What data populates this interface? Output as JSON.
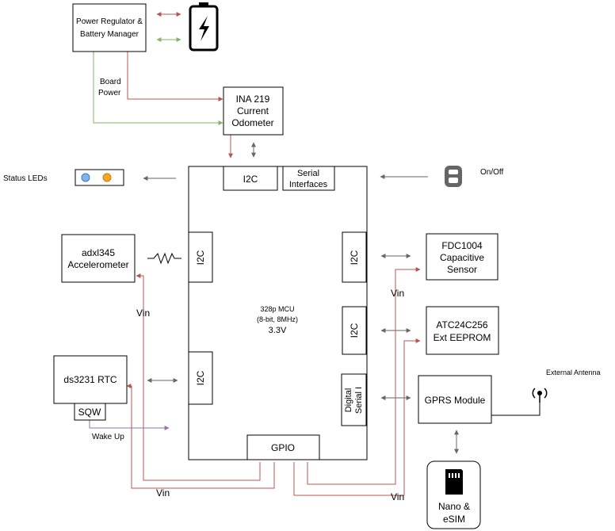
{
  "colors": {
    "power_red": "#b85450",
    "power_green": "#82b366",
    "wakeup_purple": "#9673a6",
    "data_gray": "#666666",
    "outline": "#000000"
  },
  "power_regulator": {
    "line1": "Power Regulator &",
    "line2": "Battery Manager"
  },
  "battery": {
    "icon": "battery-charging-icon"
  },
  "board_power": {
    "line1": "Board",
    "line2": "Power"
  },
  "ina219": {
    "line1": "INA 219",
    "line2": "Current",
    "line3": "Odometer"
  },
  "status_leds": {
    "label": "Status LEDs",
    "icons": [
      "blue-led-icon",
      "orange-led-icon"
    ]
  },
  "switch": {
    "label": "On/Off",
    "icon": "toggle-switch-icon"
  },
  "mcu": {
    "line1": "328p MCU",
    "line2": "(8-bit, 8MHz)",
    "line3": "3.3V",
    "i2c_top": "I2C",
    "serial_line1": "Serial",
    "serial_line2": "Interfaces",
    "i2c_left_upper": "I2C",
    "i2c_left_lower": "I2C",
    "i2c_right_upper": "I2C",
    "i2c_right_middle": "I2C",
    "digital_line1": "Digital",
    "digital_line2": "Serial I",
    "gpio": "GPIO"
  },
  "accelerometer": {
    "line1": "adxl345",
    "line2": "Accelerometer"
  },
  "rtc": {
    "label": "ds3231 RTC",
    "sqw": "SQW"
  },
  "wake_up": "Wake Up",
  "fdc1004": {
    "line1": "FDC1004",
    "line2": "Capacitive",
    "line3": "Sensor"
  },
  "eeprom": {
    "line1": "ATC24C256",
    "line2": "Ext EEPROM"
  },
  "gprs": {
    "label": "GPRS  Module"
  },
  "antenna": {
    "label": "External Antenna",
    "icon": "antenna-icon"
  },
  "sim": {
    "line1": "Nano &",
    "line2": "eSIM",
    "icon": "sim-card-icon"
  },
  "vin_labels": [
    "Vin",
    "Vin",
    "Vin",
    "Vin"
  ]
}
